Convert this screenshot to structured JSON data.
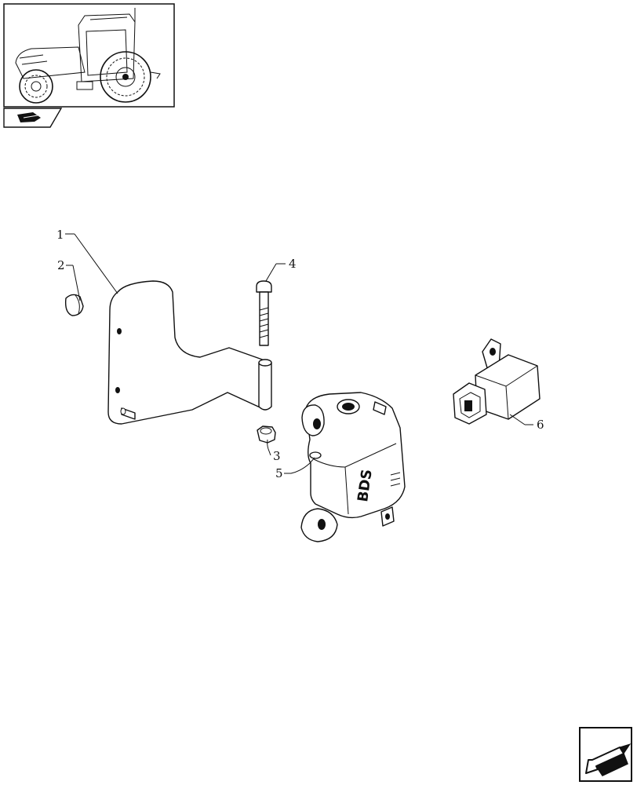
{
  "diagram": {
    "callouts": [
      {
        "id": "1",
        "text": "1"
      },
      {
        "id": "2",
        "text": "2"
      },
      {
        "id": "3",
        "text": "3"
      },
      {
        "id": "4",
        "text": "4"
      },
      {
        "id": "5",
        "text": "5"
      },
      {
        "id": "6",
        "text": "6"
      }
    ],
    "module_label": "BDS"
  },
  "icons": {
    "thumbnail": "tractor-thumbnail-icon",
    "book": "catalog-book-icon",
    "nav": "previous-page-arrow-icon"
  }
}
